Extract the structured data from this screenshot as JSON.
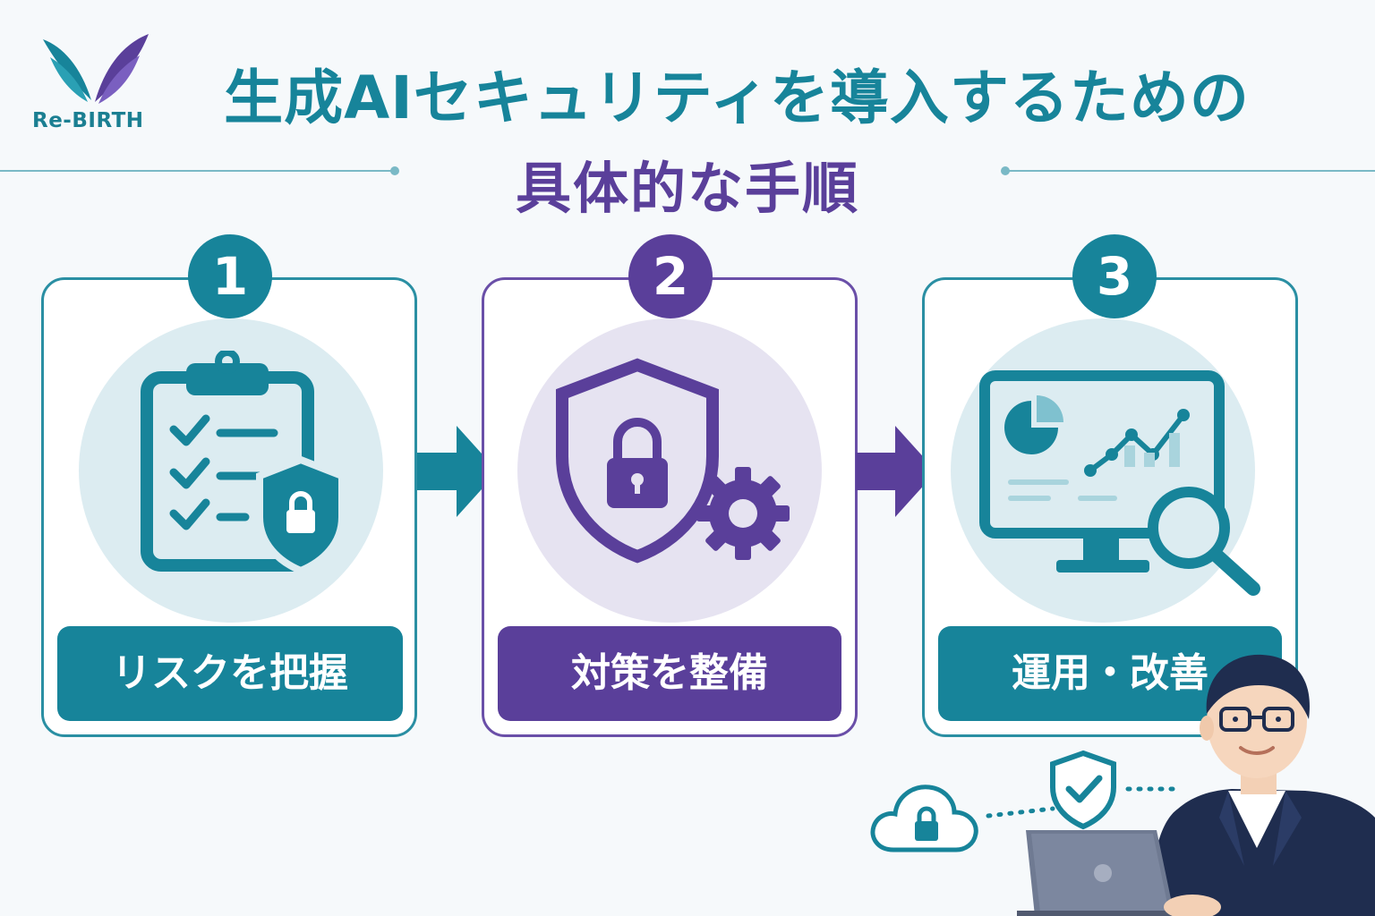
{
  "brand": {
    "name": "Re-BIRTH"
  },
  "title": {
    "line1": "生成AIセキュリティを導入するための",
    "line2": "具体的な手順"
  },
  "steps": [
    {
      "number": "1",
      "label": "リスクを把握",
      "icon": "clipboard-shield-icon"
    },
    {
      "number": "2",
      "label": "対策を整備",
      "icon": "shield-lock-gear-icon"
    },
    {
      "number": "3",
      "label": "運用・改善",
      "icon": "monitor-analytics-icon"
    }
  ],
  "colors": {
    "teal": "#17849a",
    "purple": "#5a3f9a",
    "light_teal": "#dcecf1",
    "light_purple": "#e6e3f1",
    "navy": "#1f2d4f"
  }
}
